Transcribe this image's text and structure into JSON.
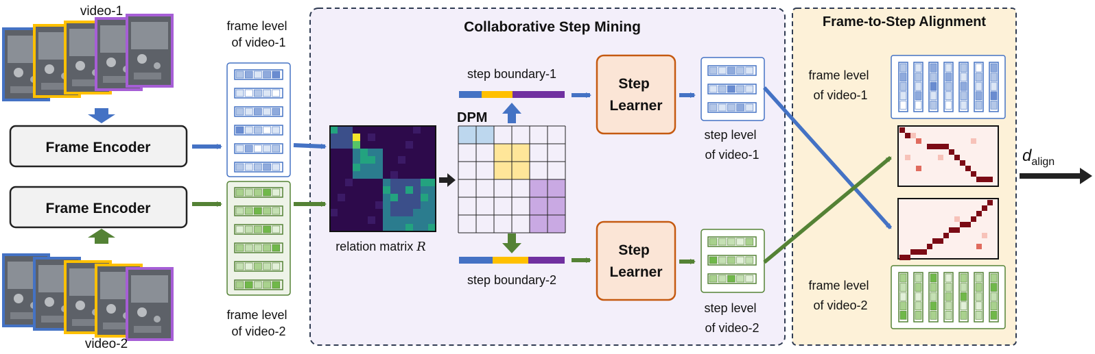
{
  "video1_label": "video-1",
  "video2_label": "video-2",
  "frame_encoder_top": "Frame Encoder",
  "frame_encoder_bottom": "Frame Encoder",
  "frame_level_v1": [
    "frame level",
    "of video-1"
  ],
  "frame_level_v2": [
    "frame level",
    "of video-2"
  ],
  "csm_title": "Collaborative Step Mining",
  "relation_matrix_label": "relation matrix",
  "relation_matrix_symbol": "R",
  "dpm_label": "DPM",
  "step_boundary_1": "step boundary-1",
  "step_boundary_2": "step boundary-2",
  "step_learner_top": [
    "Step",
    "Learner"
  ],
  "step_learner_bottom": [
    "Step",
    "Learner"
  ],
  "step_level_v1": [
    "step level",
    "of  video-1"
  ],
  "step_level_v2": [
    "step level",
    "of video-2"
  ],
  "fsa_title": "Frame-to-Step Alignment",
  "fsa_frame_level_v1": [
    "frame level",
    "of video-1"
  ],
  "fsa_frame_level_v2": [
    "frame level",
    "of video-2"
  ],
  "output_label": "d",
  "output_subscript": "align",
  "colors": {
    "blue": "#4472c4",
    "green": "#548235",
    "orange": "#ffc000",
    "purple": "#7030a0",
    "learner_fill": "#fbe5d6",
    "learner_stroke": "#c55a11",
    "csm_bg": "#f3effa",
    "fsa_bg": "#fdf1d8"
  }
}
